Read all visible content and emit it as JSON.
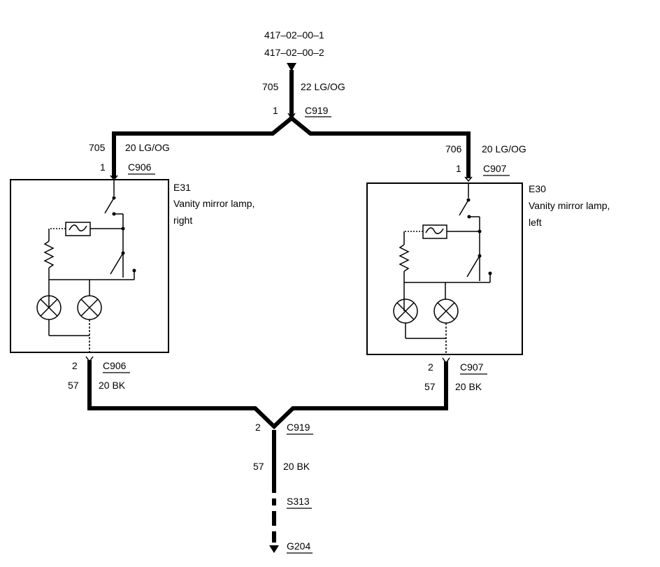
{
  "source_refs": [
    "417–02–00–1",
    "417–02–00–2"
  ],
  "top_wire": {
    "circuit": "705",
    "gauge_color": "22 LG/OG"
  },
  "c919_top": {
    "pin": "1",
    "connector": "C919"
  },
  "right_feed": {
    "circuit": "705",
    "gauge_color": "20 LG/OG",
    "pin": "1",
    "connector": "C906"
  },
  "left_feed": {
    "circuit": "706",
    "gauge_color": "20 LG/OG",
    "pin": "1",
    "connector": "C907"
  },
  "component_right": {
    "ref": "E31",
    "line1": "Vanity mirror lamp,",
    "line2": "right"
  },
  "component_left": {
    "ref": "E30",
    "line1": "Vanity mirror lamp,",
    "line2": "left"
  },
  "right_ground": {
    "pin": "2",
    "connector": "C906",
    "circuit": "57",
    "gauge_color": "20 BK"
  },
  "left_ground": {
    "pin": "2",
    "connector": "C907",
    "circuit": "57",
    "gauge_color": "20 BK"
  },
  "c919_bottom": {
    "pin": "2",
    "connector": "C919"
  },
  "bottom_wire": {
    "circuit": "57",
    "gauge_color": "20 BK"
  },
  "splice": "S313",
  "ground": "G204"
}
